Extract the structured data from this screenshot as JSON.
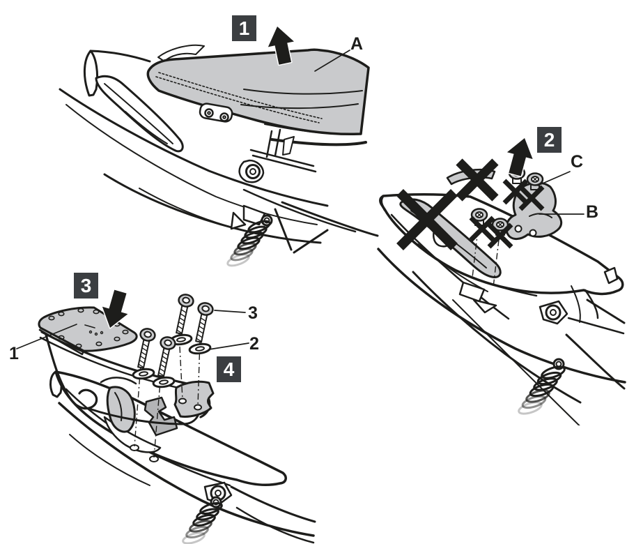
{
  "colors": {
    "page_bg": "#ffffff",
    "line": "#1d1d1b",
    "badge_bg": "#3b3e41",
    "badge_text": "#ffffff",
    "part_fill": "#c9cacc",
    "part_fill_dark": "#b3b4b6"
  },
  "steps": {
    "badge1": "1",
    "badge2": "2",
    "badge3": "3",
    "badge4": "4"
  },
  "parts": {
    "seat": "A",
    "bracket": "B",
    "screws_removed": "C",
    "rack_plate": "1",
    "washer": "2",
    "screw": "3"
  }
}
